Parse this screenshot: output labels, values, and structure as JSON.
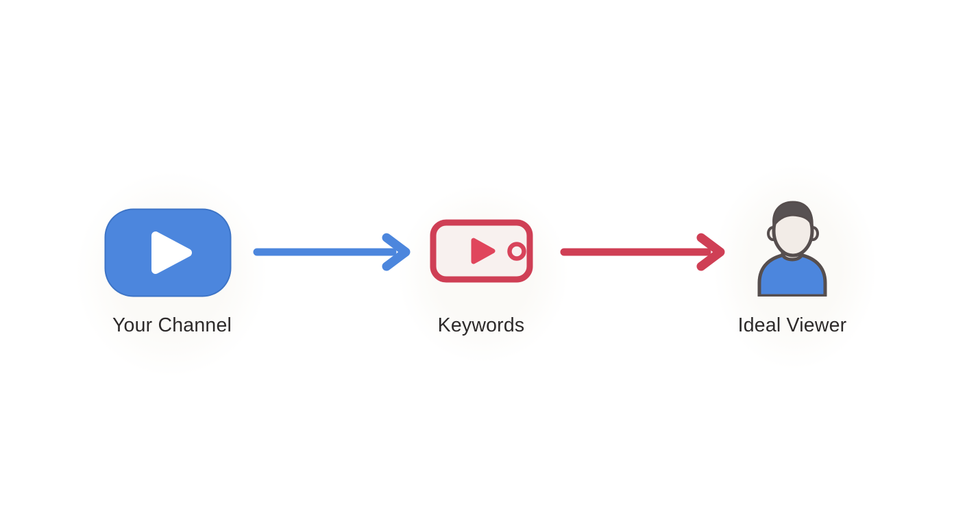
{
  "diagram": {
    "title": "channel-to-viewer-flow",
    "background": "#ffffff",
    "nodes": [
      {
        "id": "your-channel",
        "label": "Your Channel",
        "icon": "play-button-icon",
        "icon_style": "solid blue rounded-rect with white play triangle",
        "color": "#4c86dd"
      },
      {
        "id": "keywords",
        "label": "Keywords",
        "icon": "video-keywords-icon",
        "icon_style": "red outlined rounded-rect with red play triangle and record dot",
        "color": "#cf3f55",
        "fill": "#f8f1ef"
      },
      {
        "id": "ideal-viewer",
        "label": "Ideal Viewer",
        "icon": "person-icon",
        "icon_style": "person bust with dark hair and blue shirt",
        "color": "#4c86dd"
      }
    ],
    "connectors": [
      {
        "id": "channel-to-keywords",
        "from": "your-channel",
        "to": "keywords",
        "direction": "right",
        "color": "#4c86dd",
        "style": "thick rounded arrow"
      },
      {
        "id": "keywords-to-viewer",
        "from": "keywords",
        "to": "ideal-viewer",
        "direction": "right",
        "color": "#cf3f55",
        "style": "thick rounded arrow"
      }
    ]
  },
  "colors": {
    "blue": "#4c86dd",
    "red": "#cf3f55",
    "keywords_fill": "#f8f1ef",
    "face": "#f2ece7",
    "hair_outline": "#564e4e",
    "label_text": "#2d2a2a",
    "background": "#ffffff"
  }
}
